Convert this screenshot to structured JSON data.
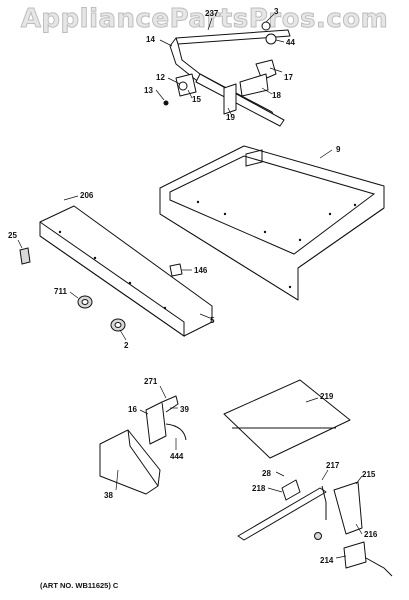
{
  "watermark": "AppliancePartsPros.com",
  "art_number": "(ART NO. WB11625) C",
  "labels": {
    "p237": "237",
    "p3": "3",
    "p14": "14",
    "p44": "44",
    "p17": "17",
    "p12": "12",
    "p13": "13",
    "p15": "15",
    "p18": "18",
    "p19": "19",
    "p9": "9",
    "p206": "206",
    "p25": "25",
    "p146": "146",
    "p711": "711",
    "p5": "5",
    "p2": "2",
    "p271": "271",
    "p16": "16",
    "p39": "39",
    "p444": "444",
    "p38": "38",
    "p219": "219",
    "p28": "28",
    "p217": "217",
    "p215": "215",
    "p218": "218",
    "p216": "216",
    "p214": "214"
  }
}
